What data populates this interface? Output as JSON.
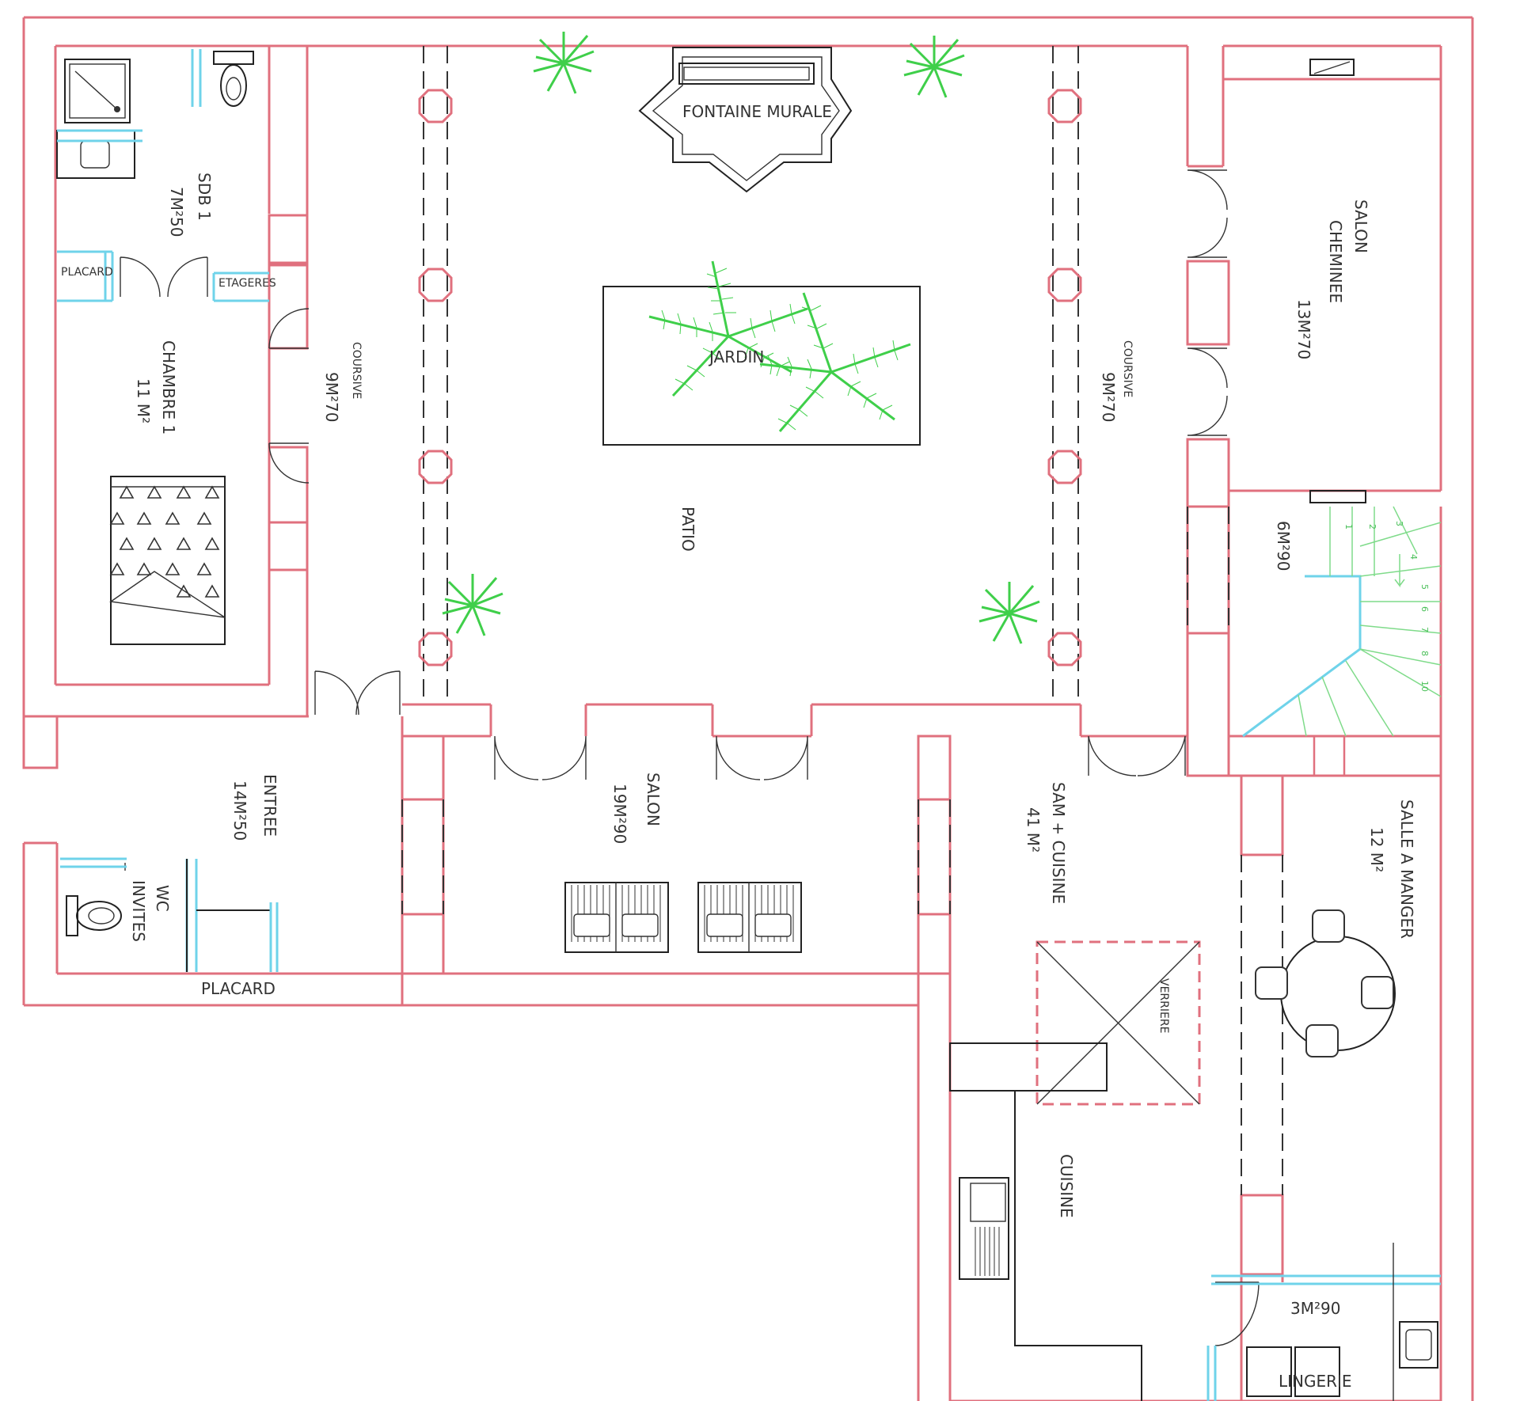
{
  "rooms": {
    "sdb1_name": "SDB 1",
    "sdb1_area": "7M²50",
    "placard_1": "PLACARD",
    "etageres": "ETAGERES",
    "chambre1_name": "CHAMBRE 1",
    "chambre1_area": "11 M²",
    "coursive_left_name": "COURSIVE",
    "coursive_left_area": "9M²70",
    "fontaine": "FONTAINE MURALE",
    "jardin": "JARDIN",
    "patio": "PATIO",
    "coursive_right_name": "COURSIVE",
    "coursive_right_area": "9M²70",
    "salon_cheminee_1": "SALON",
    "salon_cheminee_2": "CHEMINEE",
    "salon_cheminee_area": "13M²70",
    "stair_area": "6M²90",
    "entree_name": "ENTREE",
    "entree_area": "14M²50",
    "wc_1": "WC",
    "wc_2": "INVITES",
    "placard_2": "PLACARD",
    "salon_name": "SALON",
    "salon_area": "19M²90",
    "sam_cuisine_name": "SAM + CUISINE",
    "sam_cuisine_area": "41 M²",
    "salle_a_manger_name": "SALLE A MANGER",
    "salle_a_manger_area": "12 M²",
    "verriere": "VERRIERE",
    "cuisine": "CUISINE",
    "lingerie_area": "3M²90",
    "lingerie": "LINGERIE"
  },
  "stair_steps": [
    "1",
    "2",
    "3",
    "4",
    "5",
    "6",
    "7",
    "8",
    "10"
  ],
  "colors": {
    "wall": "#e0707e",
    "fixture": "#6fd3ea",
    "plant": "#3fcf4a",
    "stair": "#7fdb8a",
    "line": "#222222"
  }
}
